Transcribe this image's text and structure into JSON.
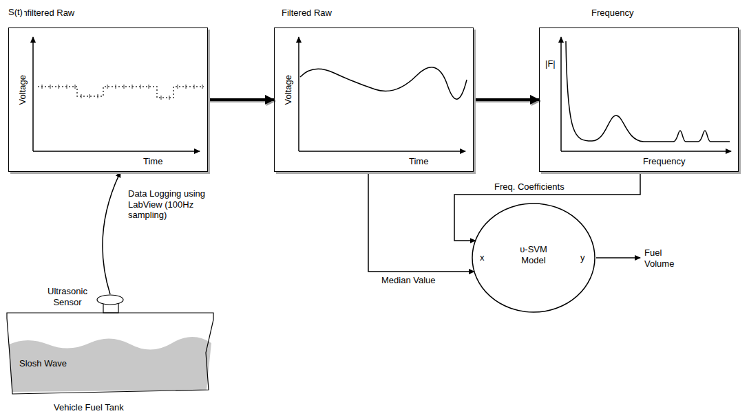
{
  "diagram": {
    "nodes": [
      {
        "text": [
          "Unfiltered Raw",
          "Voltage",
          "Time"
        ]
      },
      {
        "text": [
          "Filtered Raw",
          "Voltage",
          "Time"
        ]
      },
      {
        "text": [
          "Frequency",
          "|F|",
          "Frequency"
        ]
      },
      {
        "text": [
          "Ultrasonic Sensor"
        ]
      },
      {
        "text": [
          "Slosh Wave",
          "Vehicle Fuel Tank"
        ]
      },
      {
        "text": [
          "x",
          "υ-SVM Model",
          "y"
        ]
      }
    ],
    "edges": [
      {
        "from": 0,
        "to": 1,
        "arrow": "to"
      },
      {
        "from": 1,
        "to": 2,
        "arrow": "to"
      },
      {
        "from": 3,
        "to": 0,
        "label": "S(t)",
        "arrow": "to"
      },
      {
        "from": 2,
        "to": 5,
        "label": "Freq. Coefficients",
        "arrow": "to"
      },
      {
        "from": 1,
        "to": 5,
        "label": "Median Value",
        "arrow": "to"
      }
    ],
    "labels": [
      "Data Logging using LabView (100Hz sampling)",
      "Fuel Volume"
    ]
  }
}
